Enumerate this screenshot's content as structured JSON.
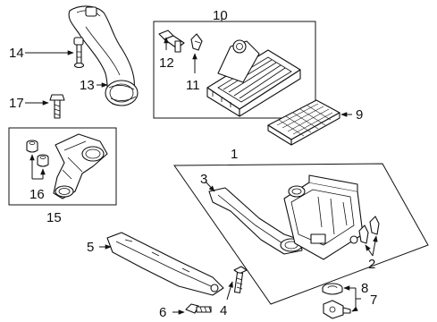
{
  "callouts": {
    "c1": "1",
    "c2": "2",
    "c3": "3",
    "c4": "4",
    "c5": "5",
    "c6": "6",
    "c7": "7",
    "c8": "8",
    "c9": "9",
    "c10": "10",
    "c11": "11",
    "c12": "12",
    "c13": "13",
    "c14": "14",
    "c15": "15",
    "c16": "16",
    "c17": "17"
  },
  "colors": {
    "line": "#111111",
    "background": "#ffffff"
  },
  "icons": [
    "arrow-head-icon"
  ]
}
